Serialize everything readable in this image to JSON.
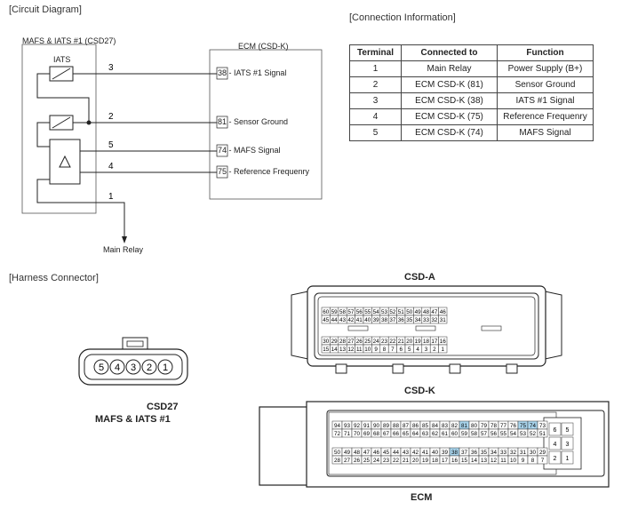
{
  "sections": {
    "circuit": "[Circuit Diagram]",
    "connection": "[Connection Information]",
    "harness": "[Harness Connector]"
  },
  "circuit": {
    "sensor_box_title": "MAFS & IATS #1 (CSD27)",
    "iats_label": "IATS",
    "ecm_box_title": "ECM (CSD-K)",
    "pins": [
      "3",
      "2",
      "5",
      "4",
      "1"
    ],
    "ecm_pins": [
      {
        "num": "38",
        "label": " - IATS #1 Signal"
      },
      {
        "num": "81",
        "label": " - Sensor Ground"
      },
      {
        "num": "74",
        "label": " - MAFS Signal"
      },
      {
        "num": "75",
        "label": " - Reference Frequenry"
      }
    ],
    "main_relay": "Main Relay"
  },
  "table": {
    "headers": [
      "Terminal",
      "Connected to",
      "Function"
    ],
    "rows": [
      [
        "1",
        "Main Relay",
        "Power Supply (B+)"
      ],
      [
        "2",
        "ECM CSD-K (81)",
        "Sensor Ground"
      ],
      [
        "3",
        "ECM CSD-K (38)",
        "IATS #1 Signal"
      ],
      [
        "4",
        "ECM CSD-K (75)",
        "Reference Frequenry"
      ],
      [
        "5",
        "ECM CSD-K (74)",
        "MAFS Signal"
      ]
    ]
  },
  "csd27": {
    "pins": [
      "5",
      "4",
      "3",
      "2",
      "1"
    ],
    "label1": "CSD27",
    "label2": "MAFS & IATS #1"
  },
  "csda": {
    "title": "CSD-A",
    "row1": [
      "60",
      "59",
      "58",
      "57",
      "56",
      "55",
      "54",
      "53",
      "52",
      "51",
      "50",
      "49",
      "48",
      "47",
      "46"
    ],
    "row2": [
      "45",
      "44",
      "43",
      "42",
      "41",
      "40",
      "39",
      "38",
      "37",
      "36",
      "35",
      "34",
      "33",
      "32",
      "31"
    ],
    "row3": [
      "30",
      "29",
      "28",
      "27",
      "26",
      "25",
      "24",
      "23",
      "22",
      "21",
      "20",
      "19",
      "18",
      "17",
      "16"
    ],
    "row4": [
      "15",
      "14",
      "13",
      "12",
      "11",
      "10",
      "9",
      "8",
      "7",
      "6",
      "5",
      "4",
      "3",
      "2",
      "1"
    ]
  },
  "csdk": {
    "title": "CSD-K",
    "row1": [
      "94",
      "93",
      "92",
      "91",
      "90",
      "89",
      "88",
      "87",
      "86",
      "85",
      "84",
      "83",
      "82",
      "81",
      "80",
      "79",
      "78",
      "77",
      "76",
      "75",
      "74",
      "73"
    ],
    "row2": [
      "72",
      "71",
      "70",
      "69",
      "68",
      "67",
      "66",
      "65",
      "64",
      "63",
      "62",
      "61",
      "60",
      "59",
      "58",
      "57",
      "56",
      "55",
      "54",
      "53",
      "52",
      "51"
    ],
    "row3": [
      "50",
      "49",
      "48",
      "47",
      "46",
      "45",
      "44",
      "43",
      "42",
      "41",
      "40",
      "39",
      "38",
      "37",
      "36",
      "35",
      "34",
      "33",
      "32",
      "31",
      "30",
      "29"
    ],
    "row4": [
      "28",
      "27",
      "26",
      "25",
      "24",
      "23",
      "22",
      "21",
      "20",
      "19",
      "18",
      "17",
      "16",
      "15",
      "14",
      "13",
      "12",
      "11",
      "10",
      "9",
      "8",
      "7"
    ],
    "side_pins": [
      "6",
      "5",
      "4",
      "3",
      "2",
      "1"
    ],
    "highlighted": [
      "81",
      "75",
      "74",
      "38"
    ],
    "highlight_color": "#a8d4ec",
    "caption": "ECM"
  }
}
